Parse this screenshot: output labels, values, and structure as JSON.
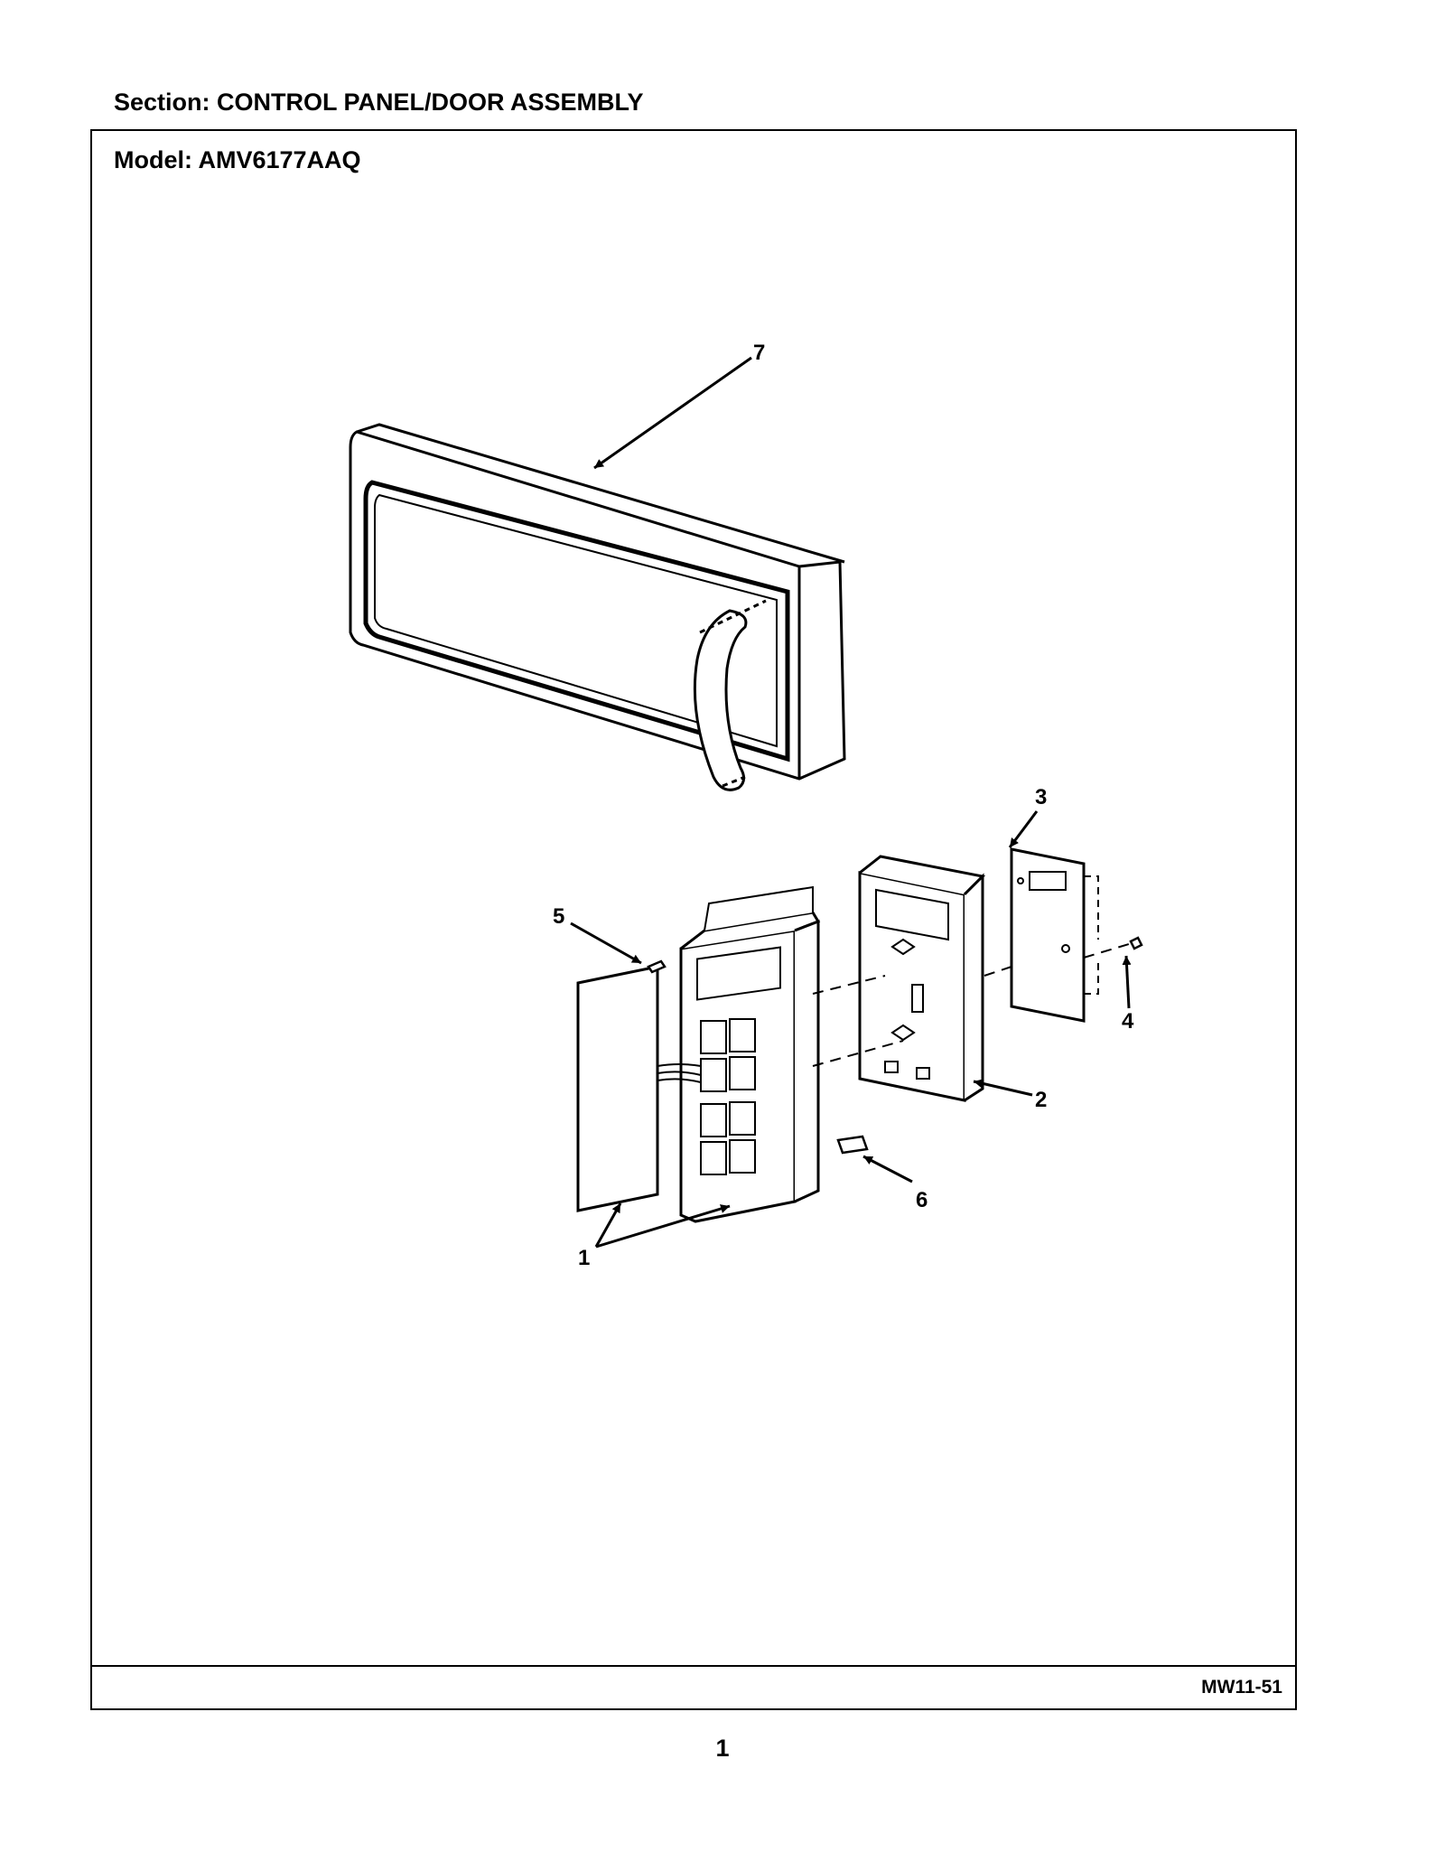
{
  "header": {
    "section": "Section:  CONTROL PANEL/DOOR ASSEMBLY",
    "model": "Model:  AMV6177AAQ"
  },
  "diagram": {
    "callouts": [
      "7",
      "3",
      "5",
      "4",
      "2",
      "6",
      "1"
    ]
  },
  "footer": {
    "doc_code": "MW11-51",
    "page_number": "1"
  }
}
